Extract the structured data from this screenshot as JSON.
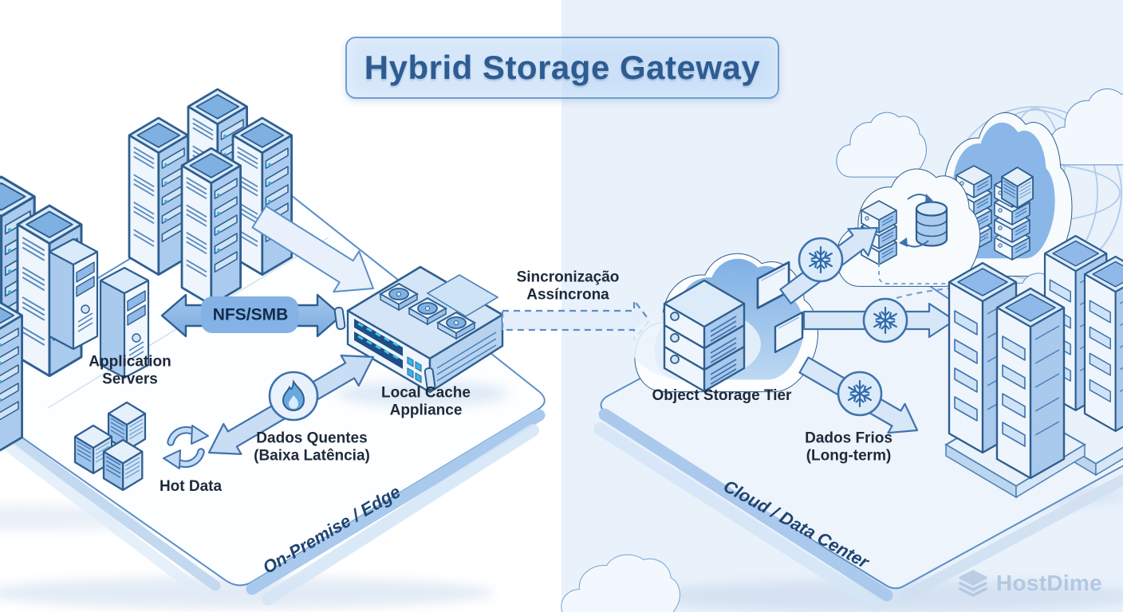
{
  "title": "Hybrid Storage Gateway",
  "left_zone": {
    "platform_label": "On-Premise / Edge",
    "app_servers_line1": "Application",
    "app_servers_line2": "Servers",
    "nfs_smb": "NFS/SMB",
    "cache_line1": "Local Cache",
    "cache_line2": "Appliance",
    "hot_flow_line1": "Dados Quentes",
    "hot_flow_line2": "(Baixa Latência)",
    "hot_data": "Hot Data"
  },
  "sync_flow": {
    "line1": "Sincronização",
    "line2": "Assíncrona"
  },
  "right_zone": {
    "platform_label": "Cloud / Data Center",
    "object_storage": "Object Storage Tier",
    "cold_flow_line1": "Dados Frios",
    "cold_flow_line2": "(Long-term)"
  },
  "branding": {
    "logo_text": "HostDime"
  },
  "colors": {
    "outline_blue": "#2e5e8f",
    "fill_light_blue": "#d9e8f8",
    "fill_mid_blue": "#a9c9ed",
    "accent_blue": "#5b9bd5",
    "title_text": "#2d5c92",
    "title_bg": "#cfe3f8",
    "label_text": "#1d2a3a",
    "right_bg": "#e9f1fb",
    "led_cyan": "#41c2e8",
    "watermark": "#b3c8e2"
  }
}
